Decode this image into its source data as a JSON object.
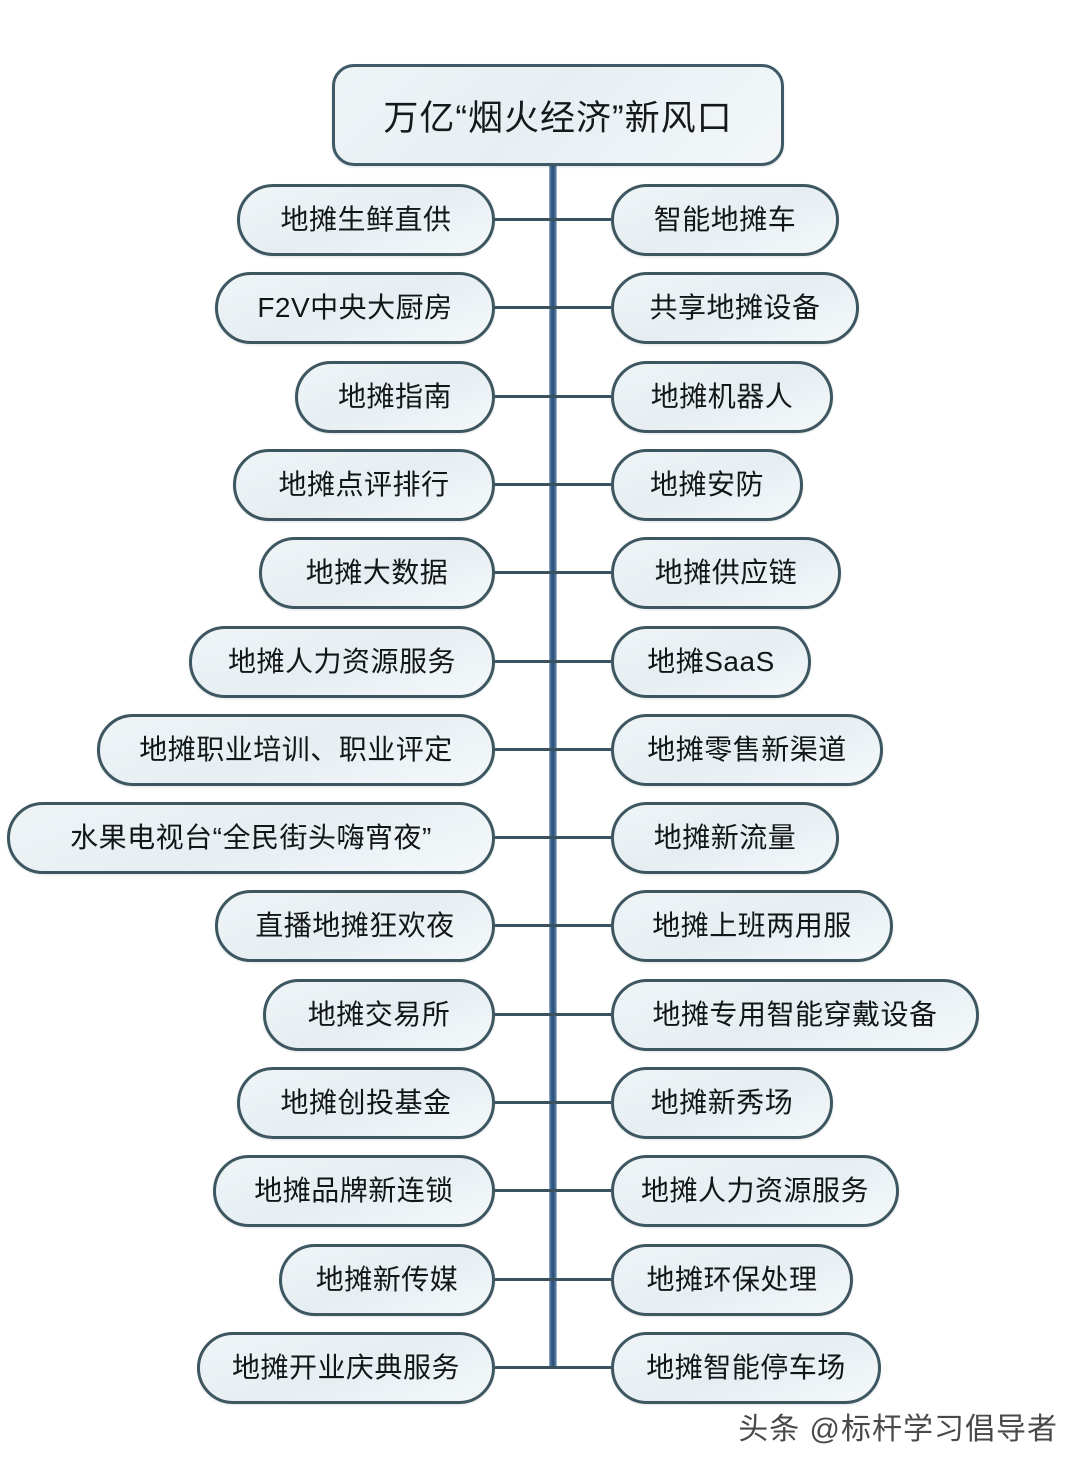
{
  "title": {
    "text": "万亿“烟火经济”新风口"
  },
  "watermark": {
    "text": "头条 @标杆学习倡导者"
  },
  "colors": {
    "spine": "#2c4f78",
    "node_border": "#3d5660",
    "node_fill": "#eaf1f5",
    "text": "#131618",
    "background": "#ffffff"
  },
  "left_branches": [
    {
      "label": "地摊生鲜直供"
    },
    {
      "label": "F2V中央大厨房"
    },
    {
      "label": "地摊指南"
    },
    {
      "label": "地摊点评排行"
    },
    {
      "label": "地摊大数据"
    },
    {
      "label": "地摊人力资源服务"
    },
    {
      "label": "地摊职业培训、职业评定"
    },
    {
      "label": "水果电视台“全民街头嗨宵夜”"
    },
    {
      "label": "直播地摊狂欢夜"
    },
    {
      "label": "地摊交易所"
    },
    {
      "label": "地摊创投基金"
    },
    {
      "label": "地摊品牌新连锁"
    },
    {
      "label": "地摊新传媒"
    },
    {
      "label": "地摊开业庆典服务"
    }
  ],
  "right_branches": [
    {
      "label": "智能地摊车"
    },
    {
      "label": "共享地摊设备"
    },
    {
      "label": "地摊机器人"
    },
    {
      "label": "地摊安防"
    },
    {
      "label": "地摊供应链"
    },
    {
      "label": "地摊SaaS"
    },
    {
      "label": "地摊零售新渠道"
    },
    {
      "label": "地摊新流量"
    },
    {
      "label": "地摊上班两用服"
    },
    {
      "label": "地摊专用智能穿戴设备"
    },
    {
      "label": "地摊新秀场"
    },
    {
      "label": "地摊人力资源服务"
    },
    {
      "label": "地摊环保处理"
    },
    {
      "label": "地摊智能停车场"
    }
  ]
}
